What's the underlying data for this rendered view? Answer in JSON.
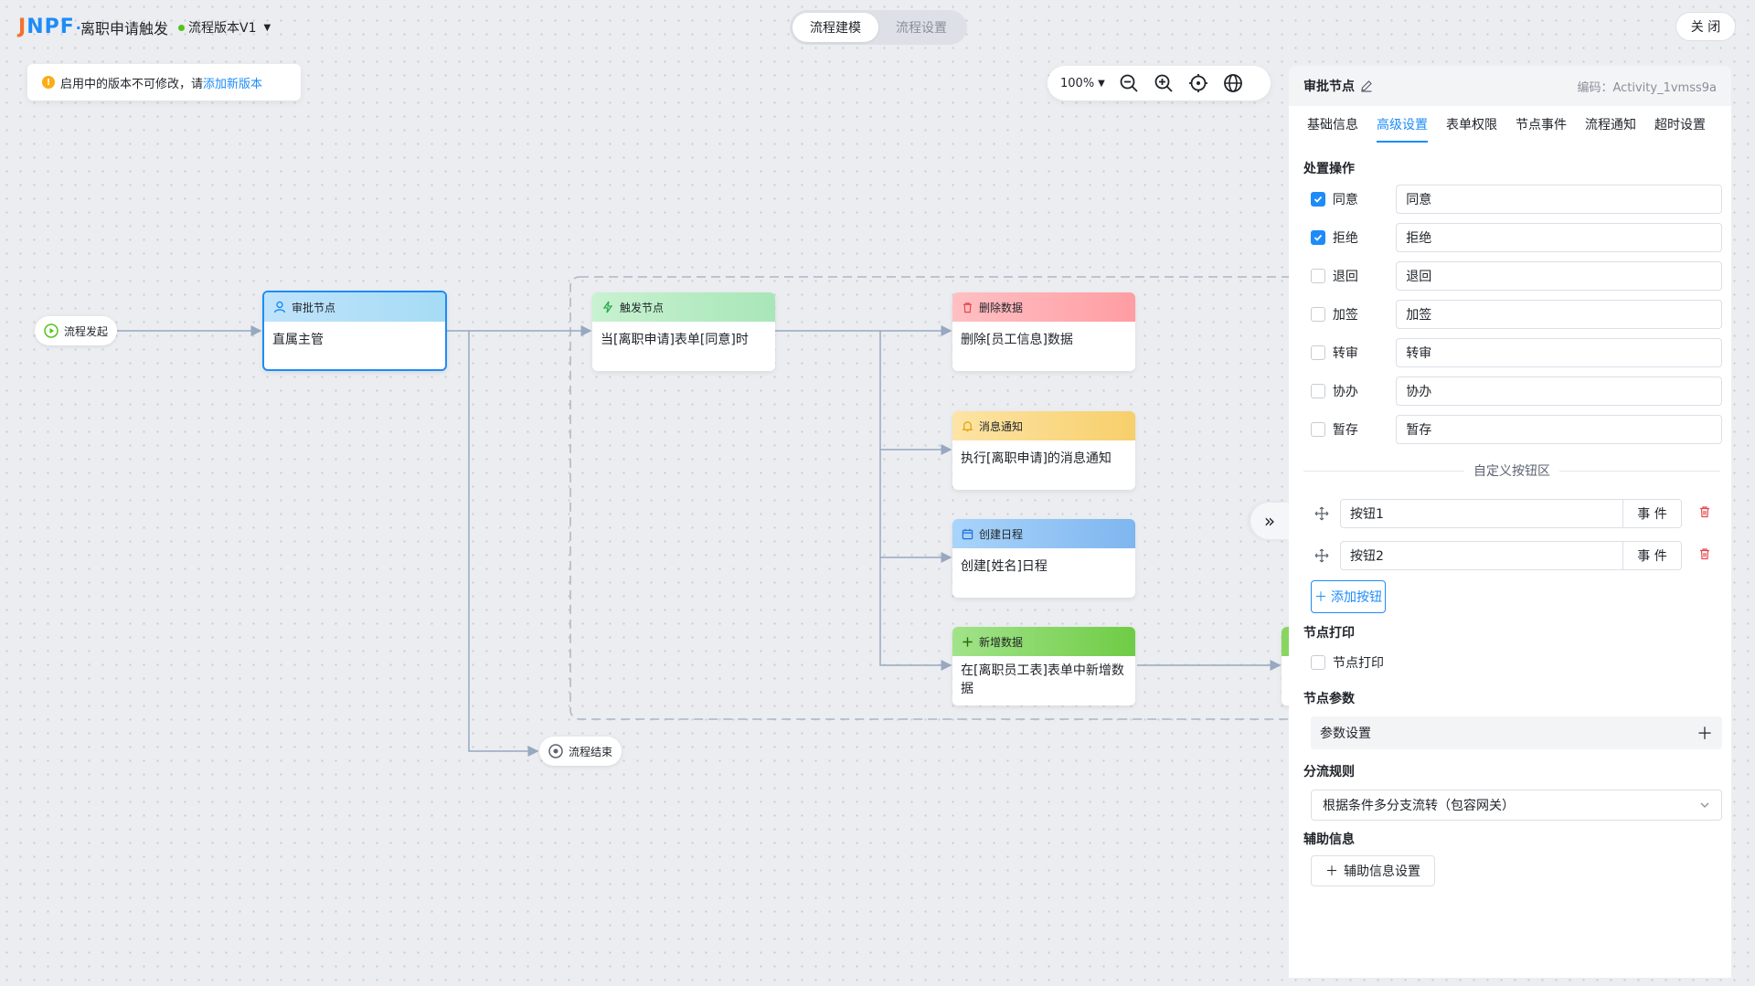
{
  "header": {
    "logo_j": "J",
    "logo_rest": "NPF",
    "logo_dot": "·",
    "title": "离职申请触发",
    "version": "流程版本V1",
    "tabs": [
      "流程建模",
      "流程设置"
    ],
    "close": "关 闭"
  },
  "notice": {
    "text": "启用中的版本不可修改，请",
    "link": "添加新版本",
    "icon": "!"
  },
  "zoom": {
    "value": "100%"
  },
  "canvas": {
    "start": "流程发起",
    "end": "流程结束",
    "approval": {
      "type": "审批节点",
      "content": "直属主管"
    },
    "trigger": {
      "type": "触发节点",
      "content": "当[离职申请]表单[同意]时"
    },
    "delete": {
      "type": "删除数据",
      "content": "删除[员工信息]数据"
    },
    "message": {
      "type": "消息通知",
      "content": "执行[离职申请]的消息通知"
    },
    "schedule": {
      "type": "创建日程",
      "content": "创建[姓名]日程"
    },
    "add": {
      "type": "新增数据",
      "content": "在[离职员工表]表单中新增数据"
    }
  },
  "panel": {
    "title": "审批节点",
    "code": "编码：Activity_1vmss9a",
    "tabs": [
      "基础信息",
      "高级设置",
      "表单权限",
      "节点事件",
      "流程通知",
      "超时设置"
    ],
    "ops_title": "处置操作",
    "ops": [
      {
        "label": "同意",
        "value": "同意",
        "checked": true
      },
      {
        "label": "拒绝",
        "value": "拒绝",
        "checked": true
      },
      {
        "label": "退回",
        "value": "退回",
        "checked": false
      },
      {
        "label": "加签",
        "value": "加签",
        "checked": false
      },
      {
        "label": "转审",
        "value": "转审",
        "checked": false
      },
      {
        "label": "协办",
        "value": "协办",
        "checked": false
      },
      {
        "label": "暂存",
        "value": "暂存",
        "checked": false
      }
    ],
    "custom_area": "自定义按钮区",
    "custom_buttons": [
      {
        "value": "按钮1",
        "event": "事 件"
      },
      {
        "value": "按钮2",
        "event": "事 件"
      }
    ],
    "add_button": "添加按钮",
    "print_title": "节点打印",
    "print_label": "节点打印",
    "param_title": "节点参数",
    "param_label": "参数设置",
    "rule_title": "分流规则",
    "rule_value": "根据条件多分支流转（包容网关）",
    "aux_title": "辅助信息",
    "aux_button": "辅助信息设置"
  },
  "colors": {
    "accent": "#1d8cf8",
    "approval": "#aee0f7",
    "trigger": "#b6ecc2",
    "delete": "#ffa3a8",
    "message": "#fad98a",
    "schedule": "#8cc2f4",
    "add": "#88d660"
  }
}
